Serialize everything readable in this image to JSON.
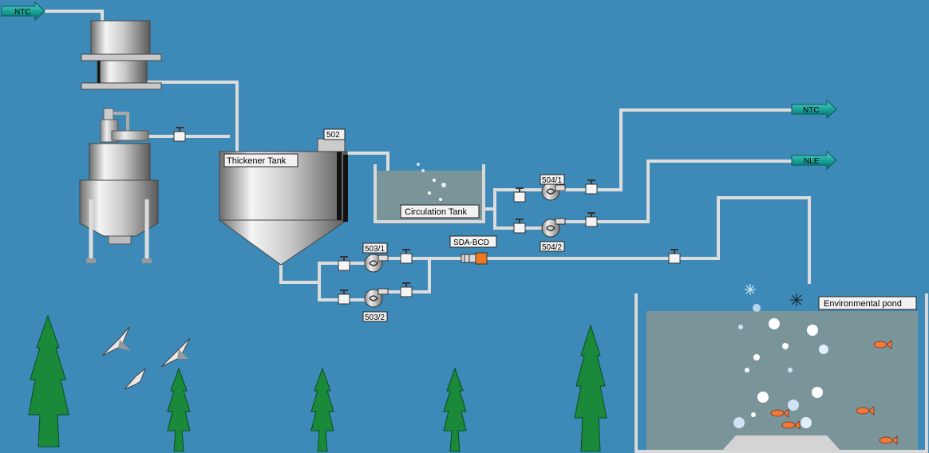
{
  "labels": {
    "ntc_top": "NTC",
    "ntc_right": "NTC",
    "nle_right": "NLE",
    "thickener": "Thickener Tank",
    "thickener_tag": "502",
    "circulation": "Circulation Tank",
    "pump_504_1": "504/1",
    "pump_504_2": "504/2",
    "pump_503_1": "503/1",
    "pump_503_2": "503/2",
    "sda": "SDA-BCD",
    "pond": "Environmental pond"
  },
  "colors": {
    "background": "#3d8ab8",
    "pipe": "#dcdcdc",
    "arrow": "#1aa39a",
    "water": "#7a9599",
    "tree": "#1a8a3a",
    "fish": "#f07a3a",
    "valve_orange": "#f07820"
  }
}
